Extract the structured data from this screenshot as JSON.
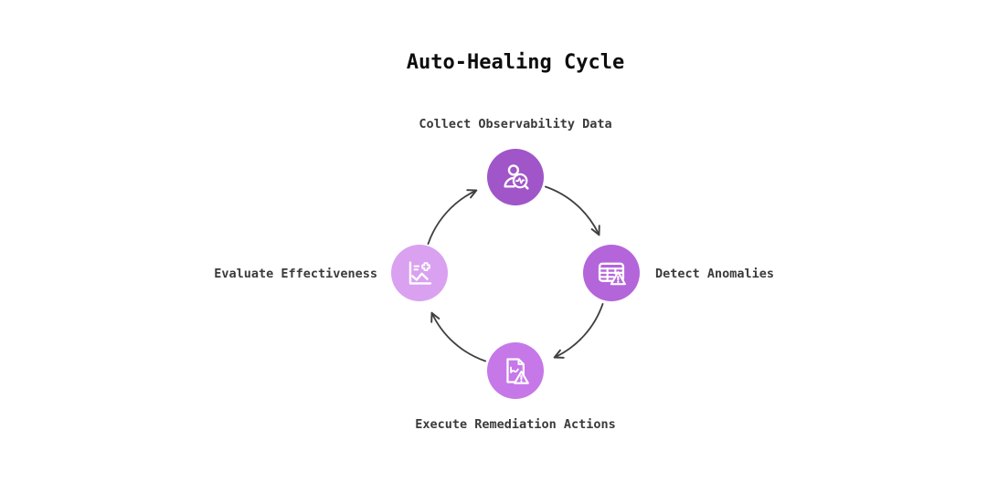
{
  "title": "Auto-Healing Cycle",
  "diagram": {
    "type": "cycle",
    "flow_direction": "clockwise",
    "background_color": "#ffffff",
    "title_color": "#0d0d0d",
    "label_color": "#3a3a3a",
    "arrow_color": "#3f3f3f",
    "nodes": [
      {
        "id": "collect",
        "label": "Collect Observability Data",
        "position": "top",
        "color": "#a055c8",
        "icon": "person-search-icon"
      },
      {
        "id": "detect",
        "label": "Detect Anomalies",
        "position": "right",
        "color": "#b465da",
        "icon": "table-warning-icon"
      },
      {
        "id": "execute",
        "label": "Execute Remediation Actions",
        "position": "bottom",
        "color": "#c678e8",
        "icon": "document-warning-icon"
      },
      {
        "id": "evaluate",
        "label": "Evaluate Effectiveness",
        "position": "left",
        "color": "#d9a1f0",
        "icon": "chart-plus-icon"
      }
    ],
    "edges": [
      {
        "from": "collect",
        "to": "detect"
      },
      {
        "from": "detect",
        "to": "execute"
      },
      {
        "from": "execute",
        "to": "evaluate"
      },
      {
        "from": "evaluate",
        "to": "collect"
      }
    ]
  }
}
